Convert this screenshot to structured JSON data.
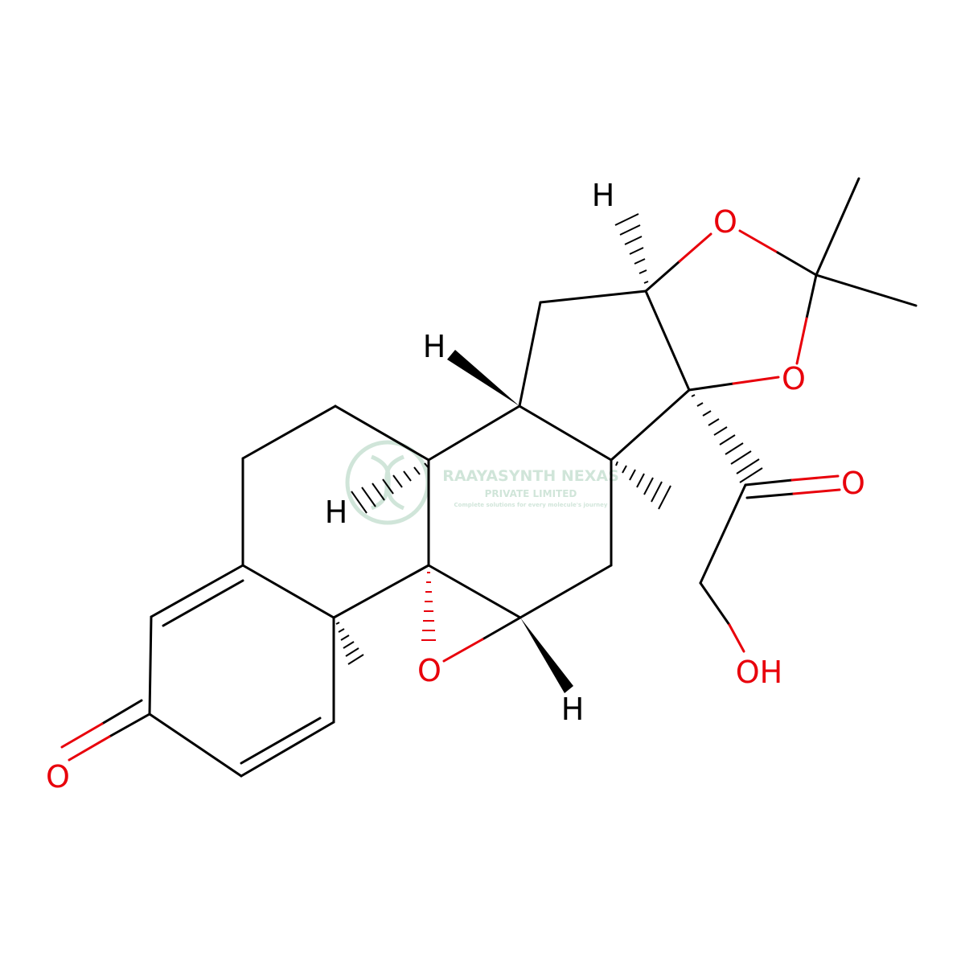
{
  "colors": {
    "bond": "#000000",
    "oxygen": "#e8000b",
    "hydrogen": "#000000",
    "watermark": "#2e8b57"
  },
  "watermark": {
    "company": "RAAYASYNTH NEXAS",
    "subtitle": "PRIVATE LIMITED",
    "tagline": "Complete solutions for every molecule's journey",
    "logo_icon": "dna-helix-icon"
  },
  "atoms": {
    "o_ketone_ring_a": "O",
    "o_epoxide": "O",
    "o_dioxolane_upper": "O",
    "o_dioxolane_lower": "O",
    "o_side_ketone": "O",
    "oh_hydroxyl": "OH",
    "h_c8": "H",
    "h_c14": "H",
    "h_c16": "H",
    "h_c11": "H"
  }
}
